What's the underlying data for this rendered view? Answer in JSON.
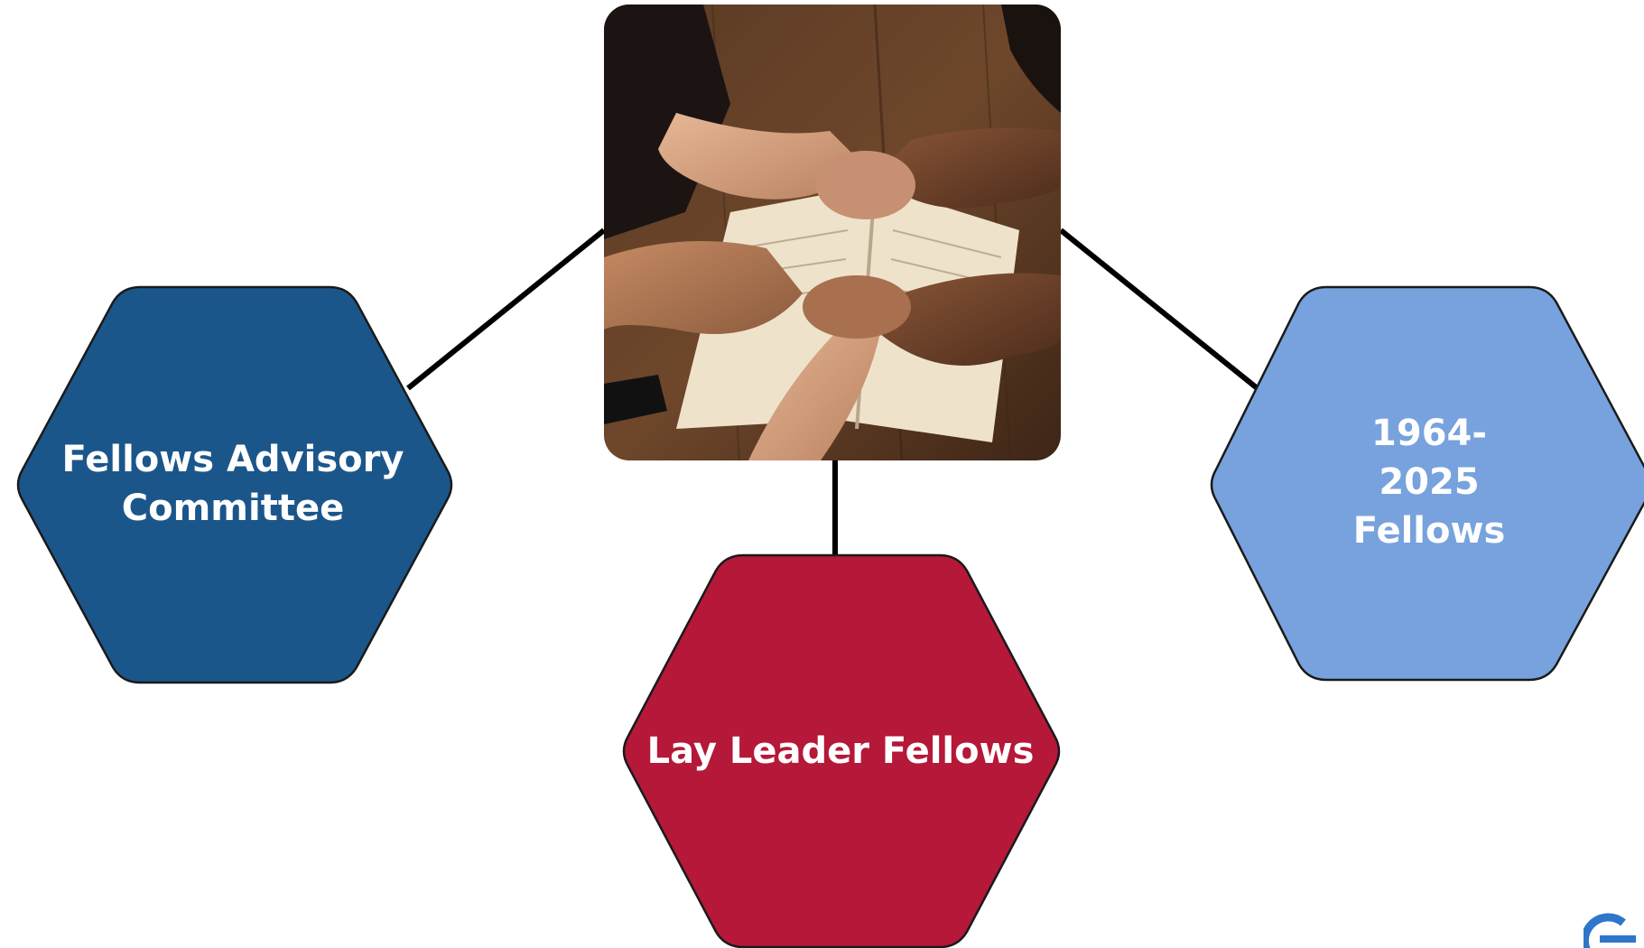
{
  "diagram": {
    "center": {
      "image_description_icon": "hands-holding-over-open-book-photo"
    },
    "nodes": [
      {
        "id": "advisory",
        "label": "Fellows Advisory\nCommittee",
        "color": "#1B568B"
      },
      {
        "id": "lay-leader",
        "label": "Lay Leader Fellows",
        "color": "#B51838"
      },
      {
        "id": "fellows-1964",
        "label": "1964-2025 Fellows",
        "color": "#77A2DD"
      }
    ],
    "connector_color": "#000000"
  }
}
